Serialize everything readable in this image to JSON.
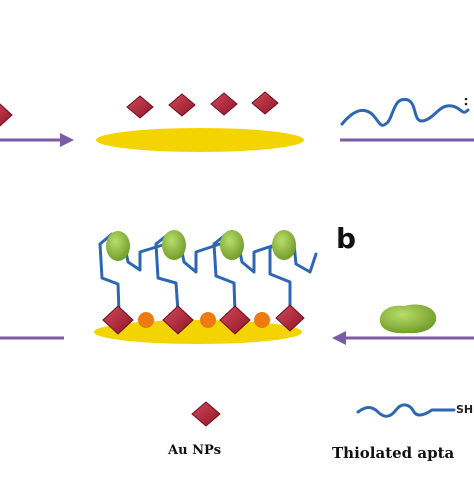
{
  "figure": {
    "panel_label": "b",
    "legend": {
      "au_label": "Au NPs",
      "aptamer_label": "Thiolated apta",
      "sh_label": "SH"
    }
  },
  "colors": {
    "arrow": "#7b5aa6",
    "substrate": "#f3d400",
    "gold_np": "#b5263a",
    "aptamer": "#2f66b3",
    "target": "#8ab83a",
    "spacer": "#ee7a12"
  },
  "icons": [
    "arrow-right-icon",
    "arrow-left-icon",
    "gold-nanoparticle-icon",
    "aptamer-strand-icon",
    "target-molecule-icon"
  ]
}
